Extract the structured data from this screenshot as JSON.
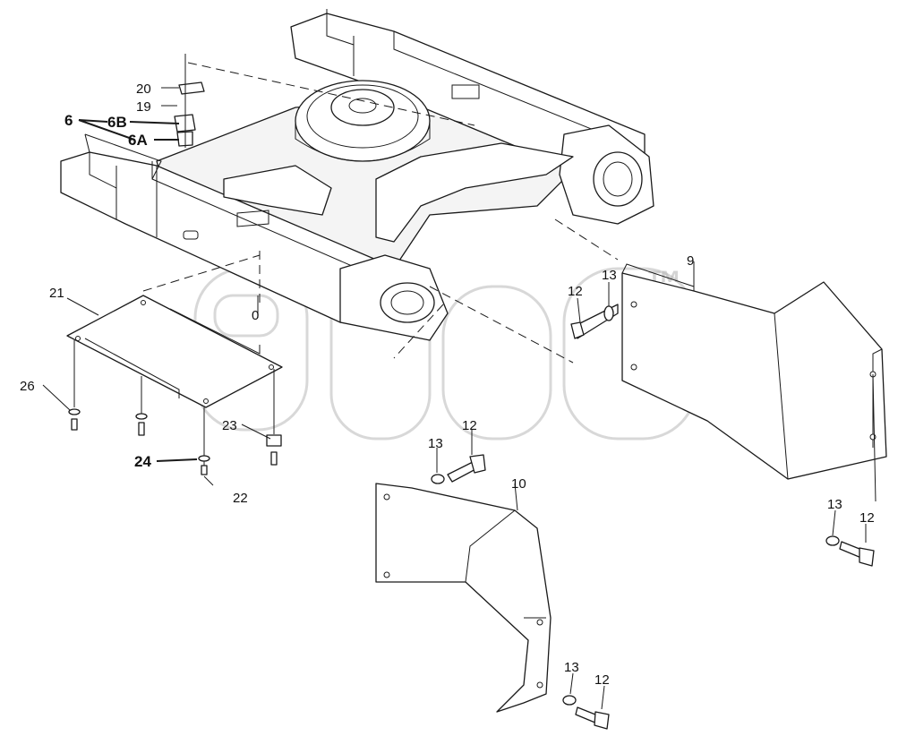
{
  "diagram": {
    "watermark": "™",
    "labels": {
      "l20": "20",
      "l19": "19",
      "l6": "6",
      "l6b": "6B",
      "l6a": "6A",
      "l21": "21",
      "l0": "0",
      "l26": "26",
      "l23": "23",
      "l24": "24",
      "l22": "22",
      "l12_upper": "12",
      "l13_upper": "13",
      "l9": "9",
      "l13_mid": "13",
      "l12_mid": "12",
      "l10": "10",
      "l13_right": "13",
      "l12_right": "12",
      "l13_bottom": "13",
      "l12_bottom": "12"
    }
  }
}
